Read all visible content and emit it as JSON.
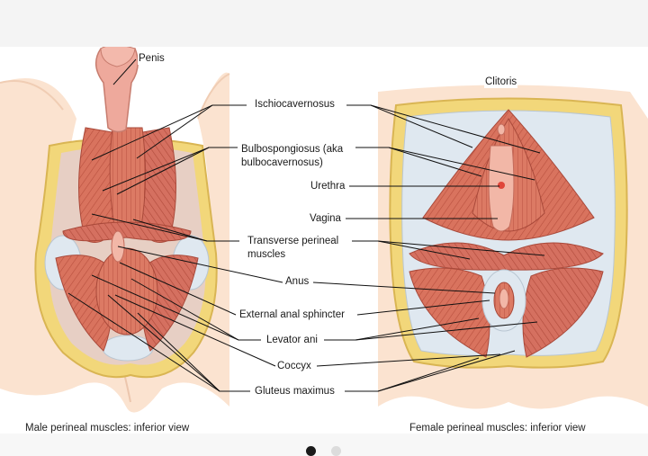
{
  "labels": {
    "penis": "Penis",
    "clitoris": "Clitoris",
    "ischiocavernosus": "Ischiocavernosus",
    "bulbospongiosus_1": "Bulbospongiosus (aka",
    "bulbospongiosus_2": "bulbocavernosus)",
    "urethra": "Urethra",
    "vagina": "Vagina",
    "transverse_1": "Transverse perineal",
    "transverse_2": "muscles",
    "anus": "Anus",
    "external_anal_sphincter": "External anal sphincter",
    "levator_ani": "Levator ani",
    "coccyx": "Coccyx",
    "gluteus_maximus": "Gluteus maximus"
  },
  "captions": {
    "male": "Male perineal muscles: inferior view",
    "female": "Female perineal muscles: inferior view"
  },
  "carousel": {
    "slide_count": 2,
    "active_index": 0
  },
  "colors": {
    "skin": "#fbe3d0",
    "fat": "#f2d77a",
    "muscle": "#d9735e",
    "muscle_dark": "#b9503e",
    "tendon": "#dfe8f0",
    "penis": "#eea99c",
    "mucosa": "#f2b7a7"
  }
}
